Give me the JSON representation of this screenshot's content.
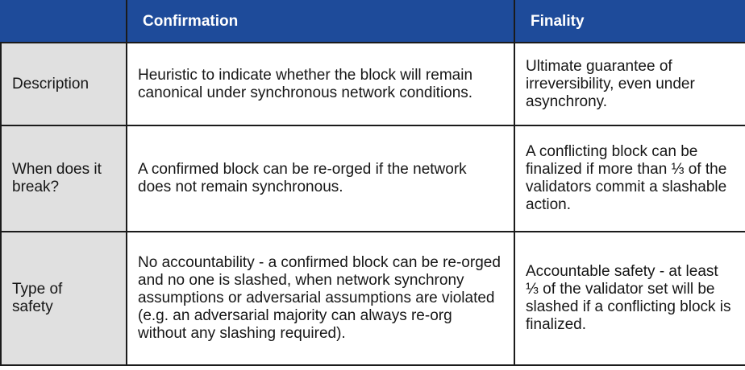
{
  "table": {
    "columns": [
      "Confirmation",
      "Finality"
    ],
    "corner_label": "",
    "rows": [
      {
        "label": "Description",
        "confirmation": "Heuristic to indicate whether the block will remain canonical under synchronous network conditions.",
        "finality": "Ultimate guarantee of irreversibility, even under asynchrony."
      },
      {
        "label": "When does it break?",
        "confirmation": "A confirmed block can be re-orged if the network does not remain synchronous.",
        "finality": "A conflicting block can be finalized if more than ⅓ of the validators commit a slashable action."
      },
      {
        "label": "Type of safety",
        "confirmation": "No accountability - a confirmed block can be re-orged and no one is slashed, when network synchrony assumptions or adversarial assumptions are violated (e.g. an adversarial majority can always re-org without any slashing required).",
        "finality": "Accountable safety - at least ⅓ of the validator set will be slashed if a conflicting block is finalized."
      }
    ],
    "colors": {
      "header_bg": "#1e4b9a",
      "header_text": "#ffffff",
      "label_bg": "#e0e0e0",
      "border": "#1b1b1b",
      "body_text": "#161616",
      "background": "#ffffff"
    }
  }
}
